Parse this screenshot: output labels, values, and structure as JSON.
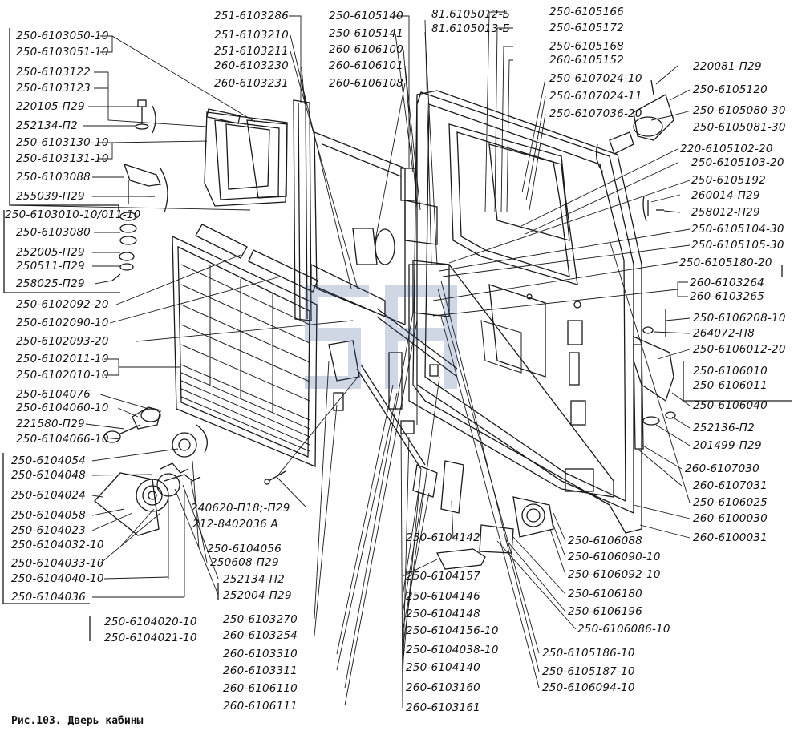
{
  "figure": {
    "caption": "Рис.103. Дверь кабины",
    "labels": {
      "l01": "250-6103050-10",
      "l02": "250-6103051-10",
      "l03": "250-6103122",
      "l04": "250-6103123",
      "l05": "220105-П29",
      "l06": "252134-П2",
      "l07": "250-6103130-10",
      "l08": "250-6103131-10",
      "l09": "250-6103088",
      "l10": "255039-П29",
      "l11": "250-6103010-10/011-10",
      "l12": "250-6103080",
      "l13": "252005-П29",
      "l14": "250511-П29",
      "l15": "258025-П29",
      "l16": "250-6102092-20",
      "l17": "250-6102090-10",
      "l18": "250-6102093-20",
      "l19": "250-6102011-10",
      "l20": "250-6102010-10",
      "l21": "250-6104076",
      "l22": "250-6104060-10",
      "l23": "221580-П29",
      "l24": "250-6104066-10",
      "l25": "250-6104054",
      "l26": "250-6104048",
      "l27": "250-6104024",
      "l28": "250-6104058",
      "l29": "250-6104023",
      "l30": "250-6104032-10",
      "l31": "250-6104033-10",
      "l32": "250-6104040-10",
      "l33": "250-6104036",
      "l34": "250-6104020-10",
      "l35": "250-6104021-10",
      "l36": "250-6104056",
      "l37": "250608-П29",
      "l38": "252134-П2",
      "l39": "252004-П29",
      "l40": "240620-П18;-П29",
      "l41": "212-8402036 А",
      "l42": "251-6103286",
      "l43": "251-6103210",
      "l44": "251-6103211",
      "l45": "260-6103230",
      "l46": "260-6103231",
      "l47": "250-6105140",
      "l48": "250-6105141",
      "l49": "260-6106100",
      "l50": "260-6106101",
      "l51": "260-6106108",
      "l52": "81.6105012-Б",
      "l53": "81.6105013-Б",
      "l54": "250-6105166",
      "l55": "250-6105172",
      "l56": "250-6105168",
      "l57": "260-6105152",
      "l58": "250-6107024-10",
      "l59": "250-6107024-11",
      "l60": "250-6107036-20",
      "l61": "220081-П29",
      "l62": "250-6105120",
      "l63": "250-6105080-30",
      "l64": "250-6105081-30",
      "l65": "220-6105102-20",
      "l66": "250-6105103-20",
      "l67": "250-6105192",
      "l68": "260014-П29",
      "l69": "258012-П29",
      "l70": "250-6105104-30",
      "l71": "250-6105105-30",
      "l72": "250-6105180-20",
      "l73": "260-6103264",
      "l74": "260-6103265",
      "l75": "250-6106208-10",
      "l76": "264072-П8",
      "l77": "250-6106012-20",
      "l78": "250-6106010",
      "l79": "250-6106011",
      "l80": "250-6106040",
      "l81": "252136-П2",
      "l82": "201499-П29",
      "l83": "260-6107030",
      "l84": "260-6107031",
      "l85": "250-6106025",
      "l86": "260-6100030",
      "l87": "260-6100031",
      "l88": "250-6106088",
      "l89": "250-6106090-10",
      "l90": "250-6106092-10",
      "l91": "250-6106180",
      "l92": "250-6106196",
      "l93": "250-6106086-10",
      "l94": "250-6105186-10",
      "l95": "250-6105187-10",
      "l96": "250-6106094-10",
      "l97": "250-6104142",
      "l98": "250-6104157",
      "l99": "250-6104146",
      "l100": "250-6104148",
      "l101": "250-6104156-10",
      "l102": "250-6104038-10",
      "l103": "250-6104140",
      "l104": "260-6103160",
      "l105": "260-6103161",
      "l106": "250-6103270",
      "l107": "260-6103254",
      "l108": "260-6103310",
      "l109": "260-6103311",
      "l110": "260-6106110",
      "l111": "260-6106111"
    }
  }
}
